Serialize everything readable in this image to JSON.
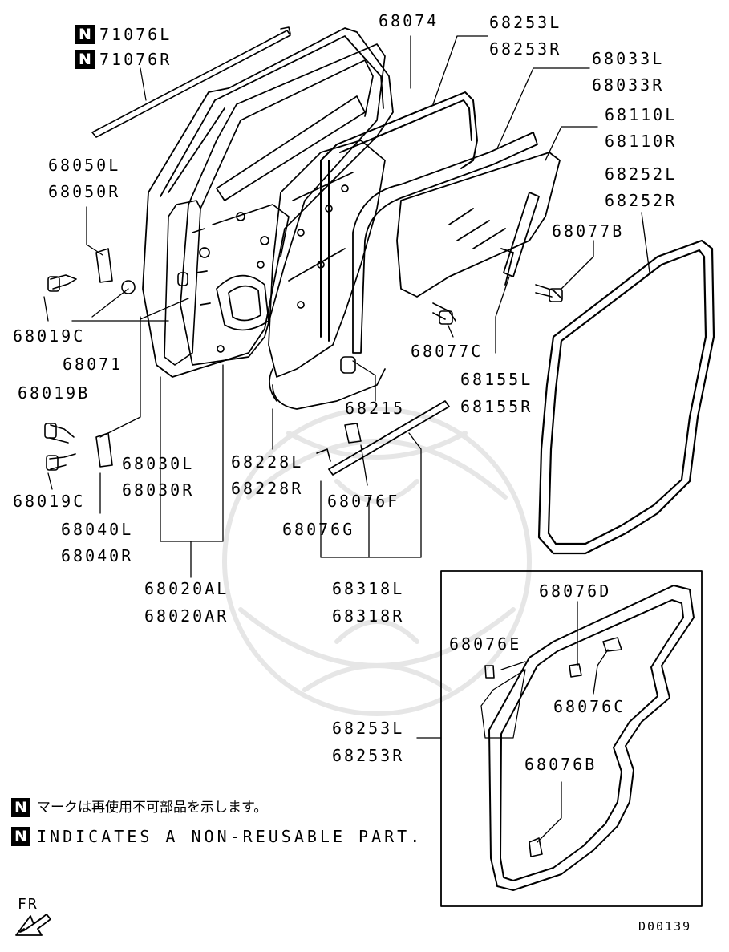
{
  "labels": {
    "p71076L": "71076L",
    "p71076R": "71076R",
    "p68074": "68074",
    "p68253L": "68253L",
    "p68253R": "68253R",
    "p68033L": "68033L",
    "p68033R": "68033R",
    "p68110L": "68110L",
    "p68110R": "68110R",
    "p68252L": "68252L",
    "p68252R": "68252R",
    "p68050L": "68050L",
    "p68050R": "68050R",
    "p68077B": "68077B",
    "p68019C_a": "68019C",
    "p68071": "68071",
    "p68077C": "68077C",
    "p68155L": "68155L",
    "p68155R": "68155R",
    "p68019B": "68019B",
    "p68215": "68215",
    "p68030L": "68030L",
    "p68030R": "68030R",
    "p68228L": "68228L",
    "p68228R": "68228R",
    "p68019C_b": "68019C",
    "p68076F": "68076F",
    "p68040L": "68040L",
    "p68040R": "68040R",
    "p68076G": "68076G",
    "p68020AL": "68020AL",
    "p68020AR": "68020AR",
    "p68318L": "68318L",
    "p68318R": "68318R",
    "p68076D": "68076D",
    "p68076E": "68076E",
    "p68076C": "68076C",
    "p68253L_b": "68253L",
    "p68253R_b": "68253R",
    "p68076B": "68076B"
  },
  "badges": {
    "b1": "N",
    "b2": "N",
    "b3": "N",
    "b4": "N"
  },
  "notes": {
    "jp": "マークは再使用不可部品を示します。",
    "en": "INDICATES A NON-REUSABLE PART."
  },
  "direction_label": "FR",
  "diagram_code": "D00139"
}
